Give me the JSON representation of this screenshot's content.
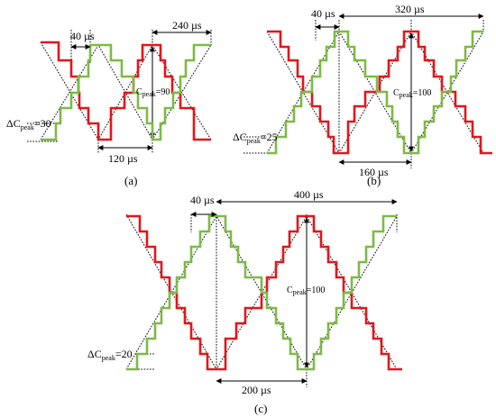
{
  "figure": {
    "panel_a": {
      "caption": "(a)",
      "step_width": "40 µs",
      "period": "240 µs",
      "half_period": "120 µs",
      "peak_label": "C",
      "peak_sub": "peak",
      "peak_val": "=90",
      "delta_label": "ΔC",
      "delta_sub": "peak",
      "delta_val": "=30"
    },
    "panel_b": {
      "caption": "(b)",
      "step_width": "40 µs",
      "period": "320 µs",
      "half_period": "160 µs",
      "peak_label": "C",
      "peak_sub": "peak",
      "peak_val": "=100",
      "delta_label": "ΔC",
      "delta_sub": "peak",
      "delta_val": "=25"
    },
    "panel_c": {
      "caption": "(c)",
      "step_width": "40 µs",
      "period": "400 µs",
      "half_period": "200 µs",
      "peak_label": "C",
      "peak_sub": "peak",
      "peak_val": "=100",
      "delta_label": "ΔC",
      "delta_sub": "peak",
      "delta_val": "=20"
    },
    "colors": {
      "red_wave": "#e2161b",
      "green_wave": "#7dba46",
      "triangle": "#000000"
    }
  }
}
